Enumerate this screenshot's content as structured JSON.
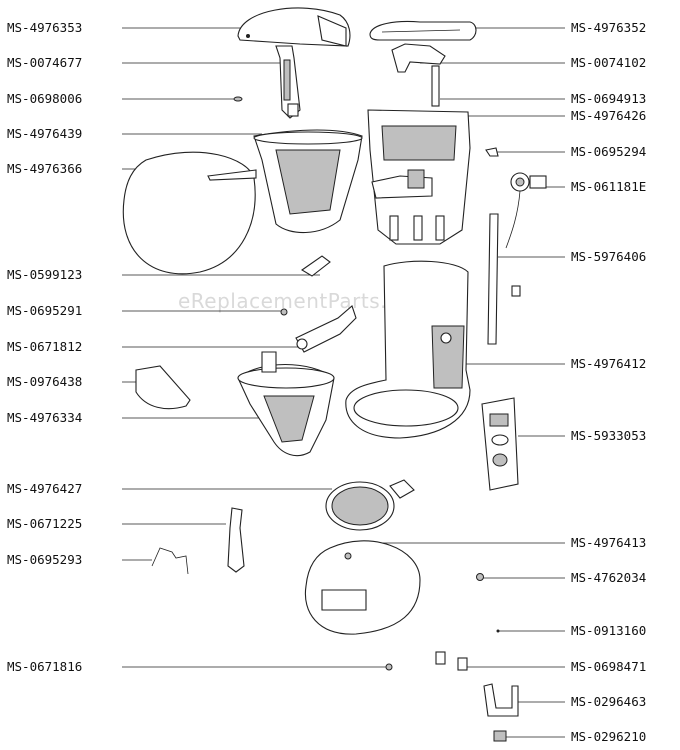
{
  "watermark": "eReplacementParts.com",
  "labels_left": [
    "MS-4976353",
    "MS-0074677",
    "MS-0698006",
    "MS-4976439",
    "MS-4976366",
    "MS-0599123",
    "MS-0695291",
    "MS-0671812",
    "MS-0976438",
    "MS-4976334",
    "MS-4976427",
    "MS-0671225",
    "MS-0695293",
    "MS-0671816"
  ],
  "labels_right": [
    "MS-4976352",
    "MS-0074102",
    "MS-0694913",
    "MS-4976426",
    "MS-0695294",
    "MS-061181E",
    "MS-5976406",
    "MS-4976412",
    "MS-5933053",
    "MS-4976413",
    "MS-4762034",
    "MS-0913160",
    "MS-0698471",
    "MS-0296463",
    "MS-0296210"
  ]
}
